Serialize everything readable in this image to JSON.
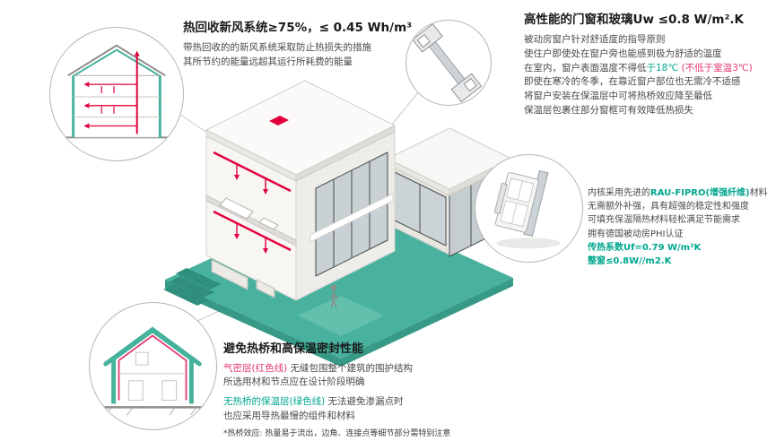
{
  "colors": {
    "accent_green": "#00a68f",
    "accent_red": "#e6366e",
    "duct_red": "#e2003c",
    "platform_teal": "#48b29e"
  },
  "ventilation": {
    "title": "热回收新风系统≥75%，≤ 0.45 Wh/m³",
    "line1": "带热回收的的新风系统采取防止热损失的措施",
    "line2": "其所节约的能量远超其运行所耗费的能量"
  },
  "windows": {
    "title": "高性能的门窗和玻璃Uw ≤0.8 W/m².K",
    "line1": "被动房窗户针对舒适度的指导原则",
    "line2": "使住户即使处在窗户旁也能感到极为舒适的温度",
    "line3a": "在室内，窗户表面温度不得低",
    "line3b": "于18℃ ",
    "line3c": "(不低于室温3℃)",
    "line4": "即使在寒冷的冬季，在靠近窗户部位也无需冷不适感",
    "line5": "将窗户安装在保温层中可将热桥效应降至最低",
    "line6": "保温层包裹住部分窗框可有效降低热损失"
  },
  "profile": {
    "line1a": "内核采用先进的",
    "line1b": "RAU-FIPRO(增强纤维)",
    "line1c": "材料",
    "line2": "无需额外补强，具有超强的稳定性和强度",
    "line3": "可填充保温隔热材料轻松满足节能需求",
    "line4": "拥有德国被动房PHI认证",
    "line5": "传热系数Uf=0.79 W/m²K",
    "line6": "整窗≤0.8W//m2.K"
  },
  "thermal": {
    "title": "避免热桥和高保温密封性能",
    "line1a": "气密层(红色线)",
    "line1b": " 无缝包围整个建筑的围护结构",
    "line2": "所选用材和节点应在设计阶段明确",
    "line3a": "无热桥的保温层(绿色线)",
    "line3b": " 无法避免渗漏点时",
    "line4": "也应采用导热最慢的组件和材料",
    "footnote": "*热桥效应: 热量易于流出，边角、连接点等细节部分需特别注意"
  },
  "illustrations": {
    "circle1": "ventilation-house-cross-section",
    "circle2": "window-corner-section",
    "circle3": "window-profile-render",
    "circle4": "thermal-envelope-house",
    "main": "isometric-passive-house"
  }
}
